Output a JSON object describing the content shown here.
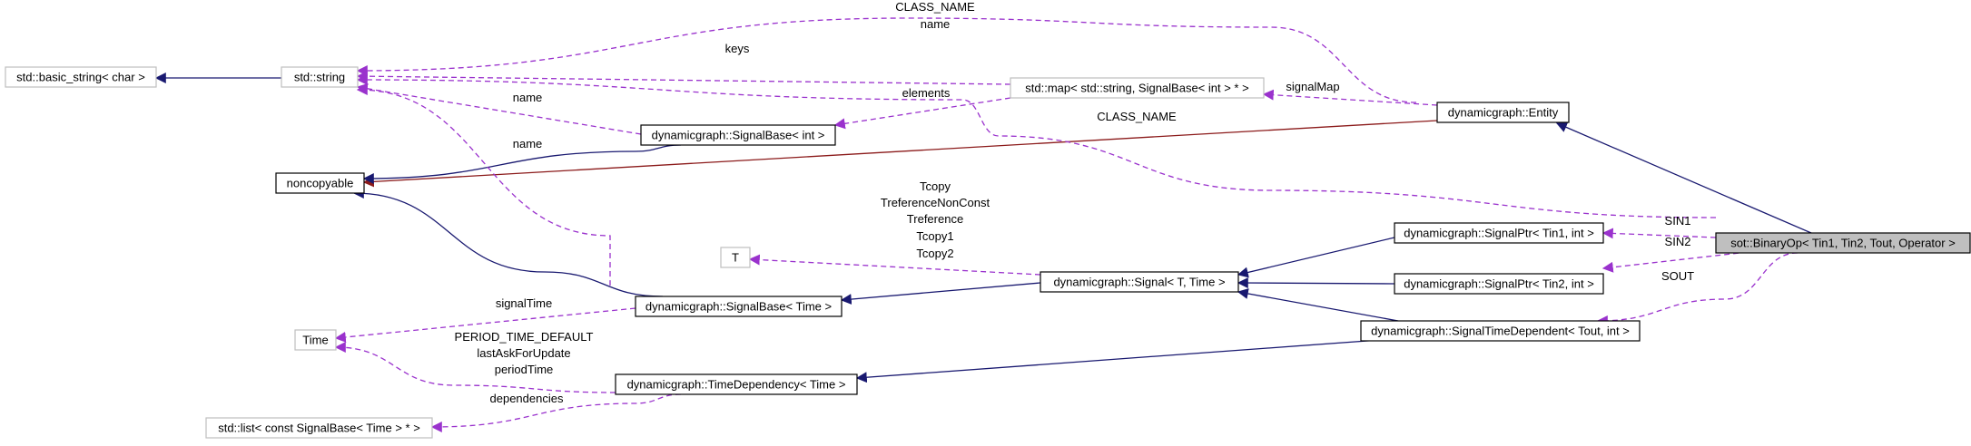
{
  "colors": {
    "inheritance": "#191970",
    "private_inheritance": "#8b1a1a",
    "usage": "#9a32cd",
    "focus_fill": "#bfbfbf",
    "undocumented_border": "#bfbfbf",
    "documented_border": "#000000"
  },
  "nodes": [
    {
      "id": "binaryop",
      "label": "sot::BinaryOp< Tin1, Tin2, Tout, Operator >",
      "kind": "focus"
    },
    {
      "id": "entity",
      "label": "dynamicgraph::Entity",
      "kind": "documented"
    },
    {
      "id": "signalptr1",
      "label": "dynamicgraph::SignalPtr< Tin1, int >",
      "kind": "documented"
    },
    {
      "id": "signalptr2",
      "label": "dynamicgraph::SignalPtr< Tin2, int >",
      "kind": "documented"
    },
    {
      "id": "signaltimedep",
      "label": "dynamicgraph::SignalTimeDependent< Tout, int >",
      "kind": "documented"
    },
    {
      "id": "signalT",
      "label": "dynamicgraph::Signal< T, Time >",
      "kind": "documented"
    },
    {
      "id": "signalbase_int",
      "label": "dynamicgraph::SignalBase< int >",
      "kind": "documented"
    },
    {
      "id": "signalbase_time",
      "label": "dynamicgraph::SignalBase< Time >",
      "kind": "documented"
    },
    {
      "id": "timedep",
      "label": "dynamicgraph::TimeDependency< Time >",
      "kind": "documented"
    },
    {
      "id": "noncopyable",
      "label": "noncopyable",
      "kind": "documented"
    },
    {
      "id": "stdstring",
      "label": "std::string",
      "kind": "undocumented"
    },
    {
      "id": "basicstring",
      "label": "std::basic_string< char >",
      "kind": "undocumented"
    },
    {
      "id": "stdmap",
      "label": "std::map< std::string, SignalBase< int > * >",
      "kind": "undocumented"
    },
    {
      "id": "T",
      "label": "T",
      "kind": "undocumented"
    },
    {
      "id": "Time",
      "label": "Time",
      "kind": "undocumented"
    },
    {
      "id": "stdlist",
      "label": "std::list< const SignalBase< Time > * >",
      "kind": "undocumented"
    }
  ],
  "edges": [
    {
      "id": "binaryop-entity",
      "from": "binaryop",
      "to": "entity",
      "type": "inheritance",
      "label": ""
    },
    {
      "id": "entity-noncopyable",
      "from": "entity",
      "to": "noncopyable",
      "type": "private_inheritance",
      "label": ""
    },
    {
      "id": "signalbase_int-noncopyable",
      "from": "signalbase_int",
      "to": "noncopyable",
      "type": "inheritance",
      "label": ""
    },
    {
      "id": "signalbase_time-noncopyable",
      "from": "signalbase_time",
      "to": "noncopyable",
      "type": "inheritance",
      "label": ""
    },
    {
      "id": "stdstring-basicstring",
      "from": "stdstring",
      "to": "basicstring",
      "type": "inheritance",
      "label": ""
    },
    {
      "id": "signalptr1-signalT",
      "from": "signalptr1",
      "to": "signalT",
      "type": "inheritance",
      "label": ""
    },
    {
      "id": "signalptr2-signalT",
      "from": "signalptr2",
      "to": "signalT",
      "type": "inheritance",
      "label": ""
    },
    {
      "id": "signaltimedep-signalT",
      "from": "signaltimedep",
      "to": "signalT",
      "type": "inheritance",
      "label": ""
    },
    {
      "id": "signalT-signalbase_time",
      "from": "signalT",
      "to": "signalbase_time",
      "type": "inheritance",
      "label": ""
    },
    {
      "id": "signaltimedep-timedep",
      "from": "signaltimedep",
      "to": "timedep",
      "type": "inheritance",
      "label": ""
    },
    {
      "id": "entity-stdstring",
      "from": "entity",
      "to": "stdstring",
      "type": "usage",
      "label": "CLASS_NAME\nname"
    },
    {
      "id": "stdmap-stdstring",
      "from": "stdmap",
      "to": "stdstring",
      "type": "usage",
      "label": "keys"
    },
    {
      "id": "binaryop-stdstring",
      "from": "binaryop",
      "to": "stdstring",
      "type": "usage",
      "label": "CLASS_NAME"
    },
    {
      "id": "signalbase_int-stdstring",
      "from": "signalbase_int",
      "to": "stdstring",
      "type": "usage",
      "label": "name"
    },
    {
      "id": "signalbase_time-stdstring",
      "from": "signalbase_time",
      "to": "stdstring",
      "type": "usage",
      "label": "name"
    },
    {
      "id": "stdmap-signalbase_int",
      "from": "stdmap",
      "to": "signalbase_int",
      "type": "usage",
      "label": "elements"
    },
    {
      "id": "entity-stdmap",
      "from": "entity",
      "to": "stdmap",
      "type": "usage",
      "label": "signalMap"
    },
    {
      "id": "binaryop-signalptr1",
      "from": "binaryop",
      "to": "signalptr1",
      "type": "usage",
      "label": "SIN1"
    },
    {
      "id": "binaryop-signalptr2",
      "from": "binaryop",
      "to": "signalptr2",
      "type": "usage",
      "label": "SIN2"
    },
    {
      "id": "binaryop-signaltimedep",
      "from": "binaryop",
      "to": "signaltimedep",
      "type": "usage",
      "label": "SOUT"
    },
    {
      "id": "signalT-T",
      "from": "signalT",
      "to": "T",
      "type": "usage",
      "label": "Tcopy\nTreferenceNonConst\nTreference\nTcopy1\nTcopy2"
    },
    {
      "id": "signalbase_time-Time",
      "from": "signalbase_time",
      "to": "Time",
      "type": "usage",
      "label": "signalTime"
    },
    {
      "id": "timedep-Time",
      "from": "timedep",
      "to": "Time",
      "type": "usage",
      "label": "PERIOD_TIME_DEFAULT\nlastAskForUpdate\nperiodTime"
    },
    {
      "id": "timedep-stdlist",
      "from": "timedep",
      "to": "stdlist",
      "type": "usage",
      "label": "dependencies"
    }
  ]
}
